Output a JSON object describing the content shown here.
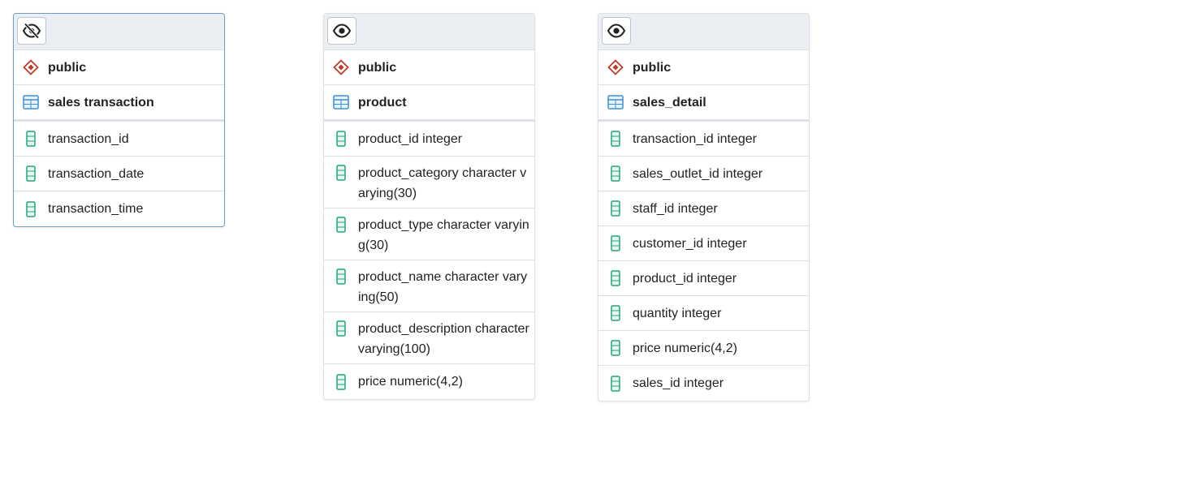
{
  "colors": {
    "header_bg": "#ebeef3",
    "border": "#dde0e6",
    "selected_border": "#6c9dc6",
    "schema_icon": "#c0392b",
    "table_icon": "#3d8fd6",
    "column_icon": "#21a67a"
  },
  "tables": [
    {
      "toggle_icon": "eye-slash-icon",
      "schema_icon": "schema-diamond-icon",
      "schema": "public",
      "table_icon": "table-grid-icon",
      "name": "sales transaction",
      "column_icon": "column-icon",
      "columns": [
        "transaction_id",
        "transaction_date",
        "transaction_time"
      ]
    },
    {
      "toggle_icon": "eye-icon",
      "schema_icon": "schema-diamond-icon",
      "schema": "public",
      "table_icon": "table-grid-icon",
      "name": "product",
      "column_icon": "column-icon",
      "columns": [
        "product_id integer",
        "product_category character varying(30)",
        "product_type character varying(30)",
        "product_name character varying(50)",
        "product_description character varying(100)",
        "price numeric(4,2)"
      ]
    },
    {
      "toggle_icon": "eye-icon",
      "schema_icon": "schema-diamond-icon",
      "schema": "public",
      "table_icon": "table-grid-icon",
      "name": "sales_detail",
      "column_icon": "column-icon",
      "columns": [
        "transaction_id integer",
        "sales_outlet_id integer",
        "staff_id integer",
        "customer_id integer",
        "product_id integer",
        "quantity integer",
        "price numeric(4,2)",
        "sales_id integer"
      ]
    }
  ]
}
